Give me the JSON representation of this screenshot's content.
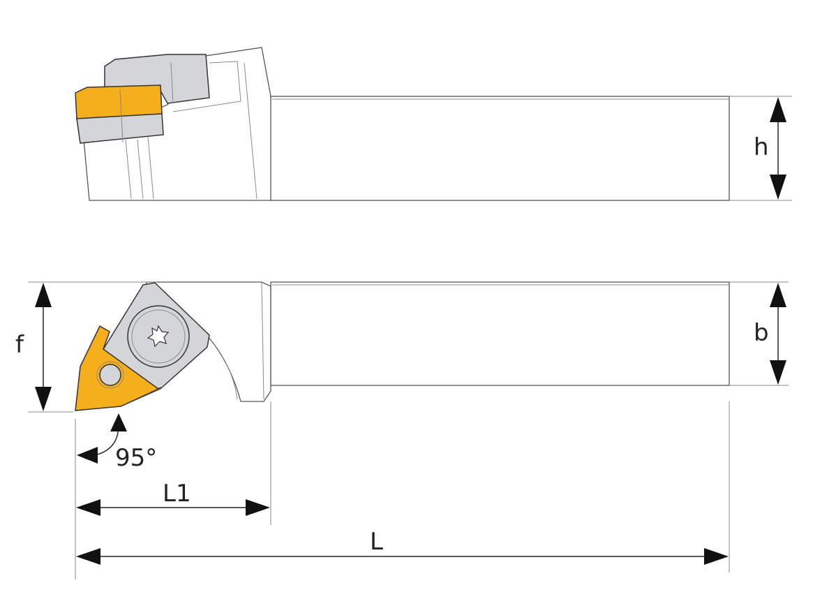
{
  "labels": {
    "h": "h",
    "b": "b",
    "f": "f",
    "angle": "95°",
    "l1": "L1",
    "l": "L"
  },
  "colors": {
    "insert": "#f5ae1c",
    "clamp": "#d4d5d9"
  }
}
